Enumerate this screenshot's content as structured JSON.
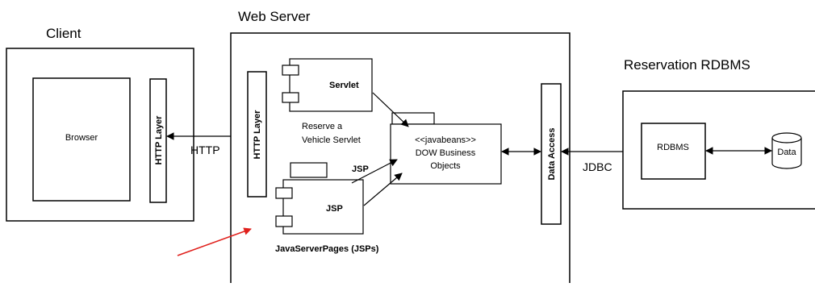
{
  "labels": {
    "client": "Client",
    "web_server": "Web Server",
    "reservation_rdbms": "Reservation RDBMS",
    "browser": "Browser",
    "http_layer_client": "HTTP Layer",
    "http_layer_server": "HTTP Layer",
    "http": "HTTP",
    "servlet": "Servlet",
    "reserve_line1": "Reserve a",
    "reserve_line2": "Vehicle Servlet",
    "jsp_top": "JSP",
    "jsp_main": "JSP",
    "javaserverpages": "JavaServerPages (JSPs)",
    "javabeans_stereotype": "<<javabeans>>",
    "dow_line1": "DOW Business",
    "dow_line2": "Objects",
    "data_access": "Data Access",
    "jdbc": "JDBC",
    "rdbms": "RDBMS",
    "data": "Data"
  },
  "colors": {
    "annotation_arrow": "#e0201c"
  }
}
